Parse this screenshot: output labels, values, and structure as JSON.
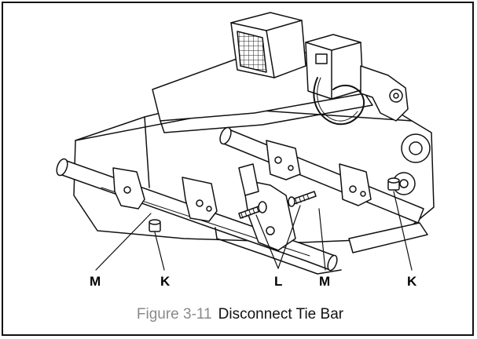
{
  "callouts": {
    "m_left": "M",
    "k_left": "K",
    "l_center": "L",
    "m_right": "M",
    "k_right": "K"
  },
  "caption": {
    "figure_number": "Figure 3-11",
    "title": "Disconnect Tie Bar"
  }
}
